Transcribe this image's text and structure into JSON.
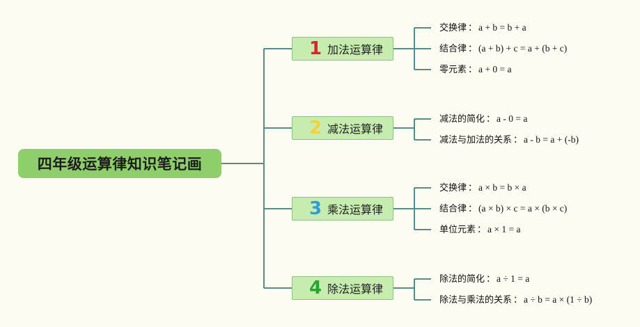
{
  "root": {
    "title": "四年级运算律知识笔记画"
  },
  "colors": {
    "background": "#fdfcf3",
    "root_fill": "#8fcf6b",
    "branch_fill": "#c6ecb0",
    "connector": "#5a8a86"
  },
  "branches": [
    {
      "number": "1",
      "number_color": "#d8262c",
      "label": "加法运算律",
      "leaves": [
        {
          "name": "交换律",
          "formula": "a + b = b + a"
        },
        {
          "name": "结合律",
          "formula": "(a + b) + c = a + (b + c)"
        },
        {
          "name": "零元素",
          "formula": "a + 0 = a"
        }
      ]
    },
    {
      "number": "2",
      "number_color": "#f3d23a",
      "label": "减法运算律",
      "leaves": [
        {
          "name": "减法的简化",
          "formula": "a - 0 = a"
        },
        {
          "name": "减法与加法的关系",
          "formula": "a - b = a + (-b)"
        }
      ]
    },
    {
      "number": "3",
      "number_color": "#2e9fd8",
      "label": "乘法运算律",
      "leaves": [
        {
          "name": "交换律",
          "formula": "a × b = b × a"
        },
        {
          "name": "结合律",
          "formula": "(a × b) × c = a × (b × c)"
        },
        {
          "name": "单位元素",
          "formula": "a × 1 = a"
        }
      ]
    },
    {
      "number": "4",
      "number_color": "#2aa52f",
      "label": "除法运算律",
      "leaves": [
        {
          "name": "除法的简化",
          "formula": "a ÷ 1 = a"
        },
        {
          "name": "除法与乘法的关系",
          "formula": "a ÷ b = a × (1 ÷ b)"
        }
      ]
    }
  ]
}
